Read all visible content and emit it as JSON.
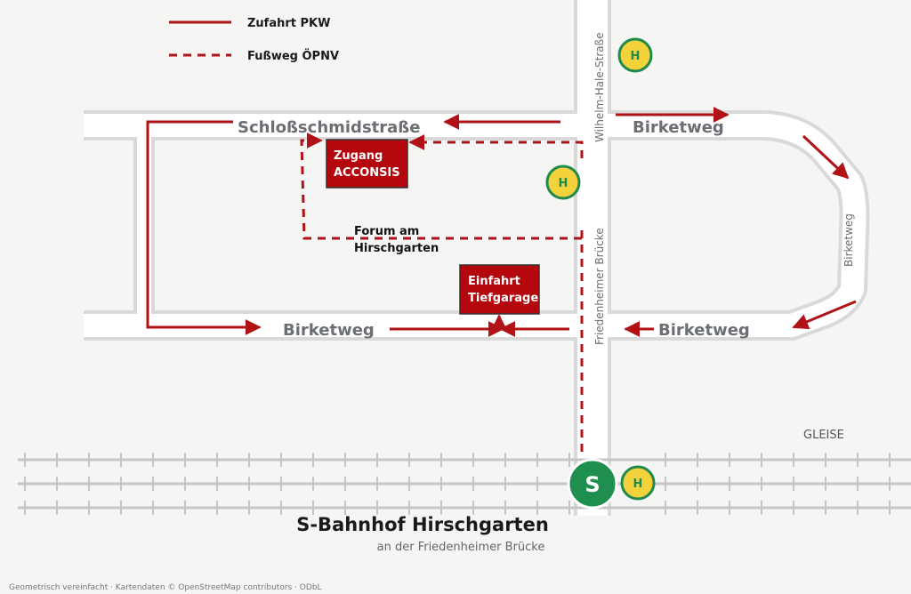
{
  "legend": {
    "car_access": "Zufahrt PKW",
    "foot_transit": "Fußweg ÖPNV"
  },
  "streets": {
    "schlossschmid": "Schloßschmidstraße",
    "birketweg_top": "Birketweg",
    "birketweg_right_vertical": "Birketweg",
    "birketweg_bottom_left": "Birketweg",
    "birketweg_bottom_right": "Birketweg",
    "wilhelm_hale": "Wilhelm-Hale-Straße",
    "friedenheimer": "Friedenheimer Brücke"
  },
  "places": {
    "forum_line1": "Forum am",
    "forum_line2": "Hirschgarten",
    "zugang_line1": "Zugang",
    "zugang_line2": "ACCONSIS",
    "einfahrt_line1": "Einfahrt",
    "einfahrt_line2": "Tiefgarage"
  },
  "stops": {
    "bus_symbol": "H",
    "sbahn_symbol": "S"
  },
  "tracks_label": "GLEISE",
  "station": {
    "title": "S-Bahnhof Hirschgarten",
    "subtitle": "an der Friedenheimer Brücke"
  },
  "footer": "Geometrisch vereinfacht · Kartendaten © OpenStreetMap contributors · ODbL",
  "colors": {
    "background": "#f5f5f3",
    "road": "#ffffff",
    "road_casing": "#d9d9d9",
    "route": "#b01217",
    "box_fill": "#b3070d",
    "stop_yellow": "#f4d23c",
    "stop_green": "#1f8a4c",
    "sbahn_green": "#1e8f4e",
    "rail": "#c5c5c5"
  }
}
